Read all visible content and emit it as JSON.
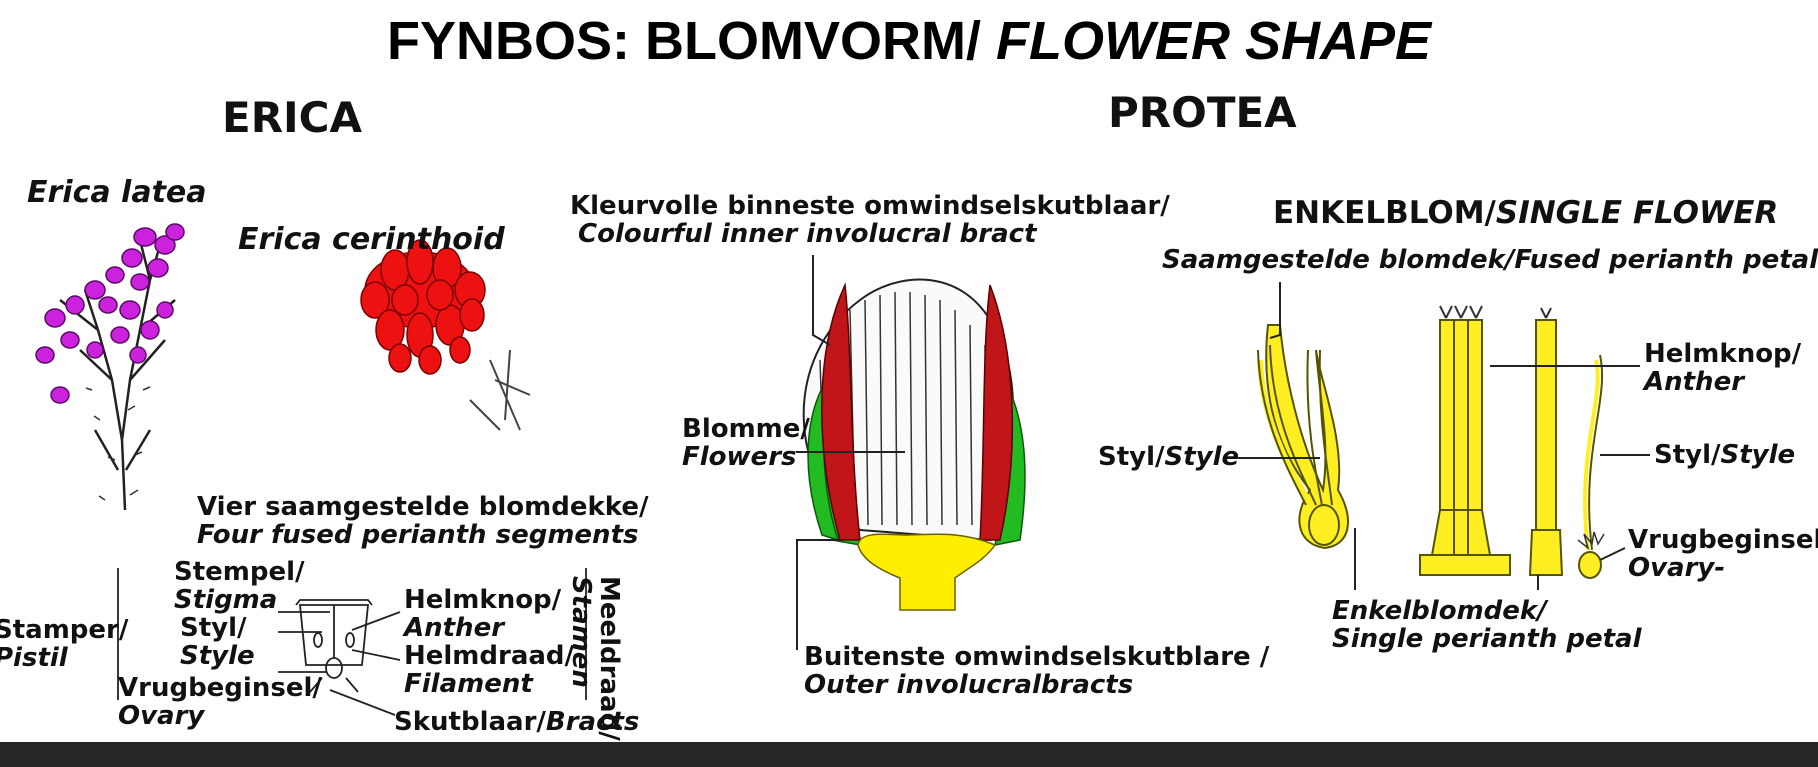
{
  "title": {
    "main": "FYNBOS: BLOMVORM/",
    "italic": "FLOWER SHAPE"
  },
  "erica": {
    "heading": "ERICA",
    "species_latea": "Erica latea",
    "species_cerinthoid": "Erica cerinthoid",
    "perianth_label": "Vier saamgestelde blomdekke/",
    "perianth_label_en": "Four fused perianth segments",
    "stamper": "Stamper/",
    "pistil": "Pistil",
    "stempel": "Stempel/",
    "stigma": "Stigma",
    "styl": "Styl/",
    "style": "Style",
    "vrugbeginsel": "Vrugbeginsel/",
    "ovary": "Ovary",
    "helmknop": "Helmknop/",
    "anther": "Anther",
    "helmdraad": "Helmdraad/",
    "filament": "Filament",
    "skutblaar": "Skutblaar/",
    "bracts": "Bracts",
    "meeldraad": "Meeldraad/",
    "stamen": "Stamen",
    "colors": {
      "latea_flower": "#cc22dd",
      "cerinthoid_flower": "#ee1111"
    }
  },
  "protea": {
    "heading": "PROTEA",
    "inner_bract": "Kleurvolle binneste omwindselskutblaar/",
    "inner_bract_en": "Colourful inner involucral bract",
    "flowers": "Blomme/",
    "flowers_en": "Flowers",
    "outer_bract": "Buitenste omwindselskutblare /",
    "outer_bract_en": "Outer involucralbracts",
    "colors": {
      "inner_bract": "#c0161a",
      "outer_bract": "#22bb22",
      "receptacle": "#ffee00"
    }
  },
  "single_flower": {
    "heading": "ENKELBLOM/",
    "heading_en": "SINGLE FLOWER",
    "fused": "Saamgestelde blomdek/Fused perianth petals",
    "styl_left": "Styl/",
    "style_left": "Style",
    "helmknop": "Helmknop/",
    "anther": "Anther",
    "styl_right": "Styl/",
    "style_right": "Style",
    "vrugbeginsel": "Vrugbeginsel/",
    "ovary": "Ovary-",
    "enkel": "Enkelblomdek/",
    "enkel_en": "Single perianth petal",
    "colors": {
      "petal": "#ffee22",
      "outline": "#555500"
    }
  }
}
